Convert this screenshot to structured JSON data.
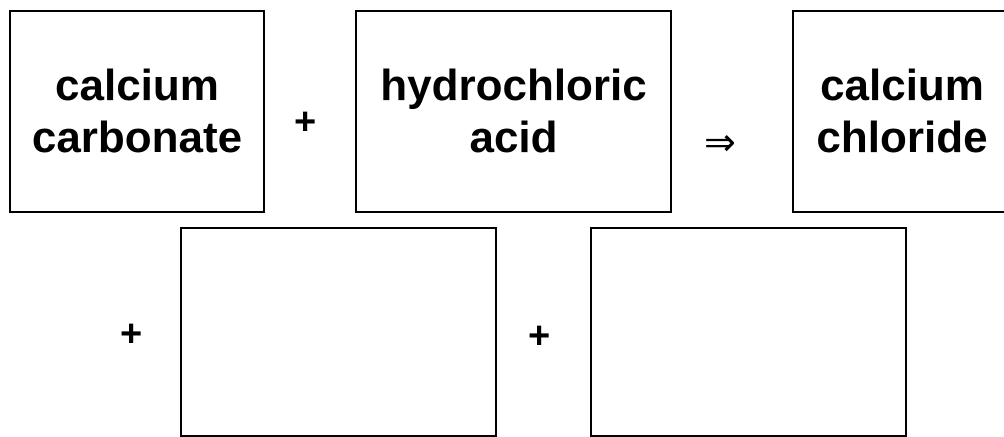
{
  "equation": {
    "reactants": [
      {
        "lines": [
          "calcium",
          "carbonate"
        ]
      },
      {
        "lines": [
          "hydrochloric",
          "acid"
        ]
      }
    ],
    "products": [
      {
        "lines": [
          "calcium",
          "chloride"
        ]
      },
      {
        "lines": []
      },
      {
        "lines": []
      }
    ],
    "operators": {
      "plus_1": "+",
      "arrow": "⇒",
      "plus_2": "+",
      "plus_3": "+"
    }
  }
}
